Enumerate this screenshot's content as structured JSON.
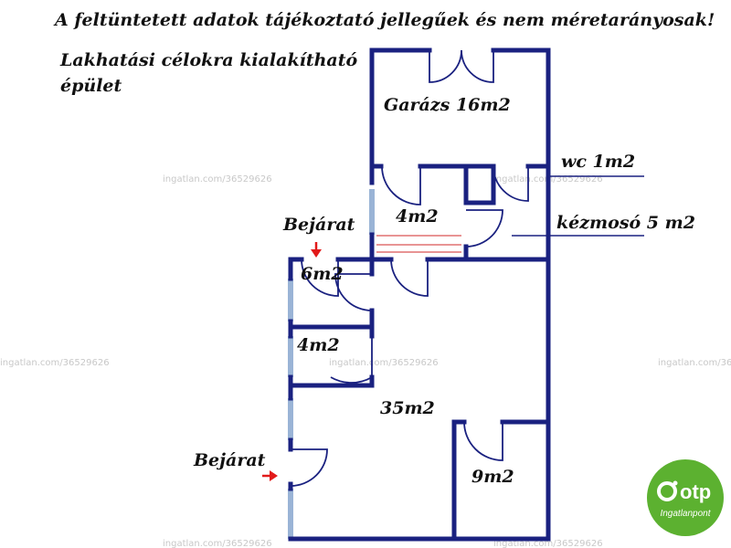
{
  "notice": "A feltüntetett adatok tájékoztató jellegűek és nem méretarányosak!",
  "subtitle_line1": "Lakhatási célokra kialakítható",
  "subtitle_line2": "épület",
  "rooms": {
    "garage": "Garázs 16m2",
    "wc": "wc 1m2",
    "washbasin": "kézmosó 5 m2",
    "hall_upper": "4m2",
    "small_room_a": "6m2",
    "small_room_b": "4m2",
    "main_room": "35m2",
    "corner_room": "9m2"
  },
  "entrance_upper": "Bejárat",
  "entrance_lower": "Bejárat",
  "watermark": "ingatlan.com/36529626",
  "logo": {
    "brand": "otp",
    "sub": "Ingatlanpont"
  },
  "colors": {
    "wall": "#1a2180",
    "window": "#9ab4d6",
    "arrow": "#e21a1a",
    "stair": "#e07070",
    "logo": "#5cb130"
  }
}
